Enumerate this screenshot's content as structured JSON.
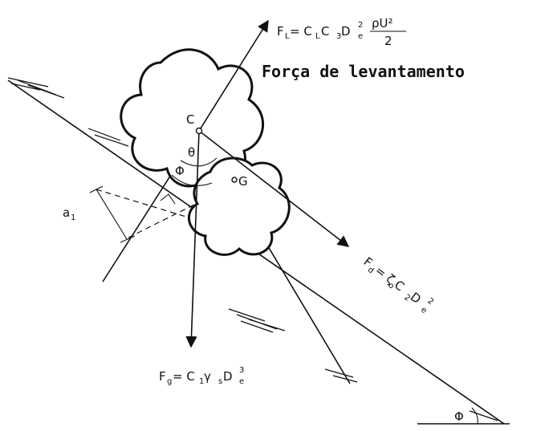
{
  "caption": "Força de levantamento",
  "points": {
    "centroid": "C",
    "center_of_gravity": "G"
  },
  "angles": {
    "theta": "θ",
    "phi": "Φ",
    "slope_phi": "Φ"
  },
  "lever_arm": {
    "symbol": "a",
    "subscript": "1"
  },
  "forces": {
    "lift": {
      "symbol": "F",
      "subscript": "L",
      "expression": " = C",
      "exp_sub_1": "L",
      "exp_mid": " C",
      "exp_sub_2": "3",
      "exp_d": " D",
      "exp_d_sub": "e",
      "exp_d_sup": "2",
      "fraction_num": "ρU²",
      "fraction_den": "2"
    },
    "drag": {
      "text": "F",
      "subscript": "d",
      "expression": "= ζ",
      "zeta_sub": "o",
      "c": " C",
      "c_sub": "2",
      "d": " D",
      "d_sub": "e",
      "d_sup": "2"
    },
    "gravity": {
      "text": "F",
      "subscript": "g",
      "expression": " = C",
      "c_sub": "1",
      "gamma": " γ",
      "gamma_sub": "s",
      "d": " D",
      "d_sub": "e",
      "d_sup": "3"
    }
  }
}
